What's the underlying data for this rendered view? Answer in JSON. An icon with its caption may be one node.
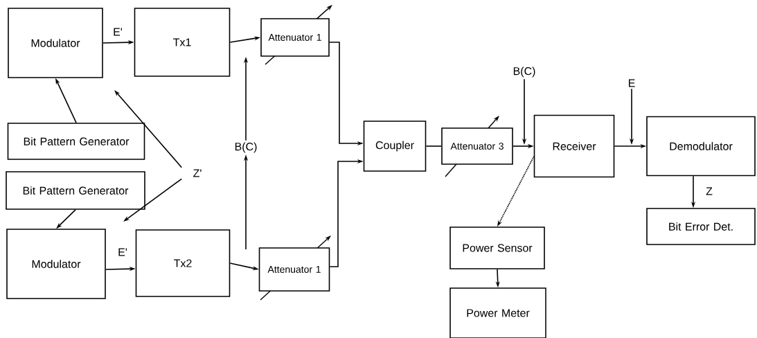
{
  "diagram": {
    "nodes": [
      {
        "text": [
          "Modulator"
        ]
      },
      {
        "text": [
          "Tx1"
        ]
      },
      {
        "text": [
          "Attenuator 1"
        ]
      },
      {
        "text": [
          "Bit Pattern Generator"
        ]
      },
      {
        "text": [
          "Bit Pattern Generator"
        ]
      },
      {
        "text": [
          "Modulator"
        ]
      },
      {
        "text": [
          "Tx2"
        ]
      },
      {
        "text": [
          "Attenuator 1"
        ]
      },
      {
        "text": [
          "Coupler"
        ]
      },
      {
        "text": [
          "Attenuator 3"
        ]
      },
      {
        "text": [
          "Receiver"
        ]
      },
      {
        "text": [
          "Demodulator"
        ]
      },
      {
        "text": [
          "Bit Error Det."
        ]
      },
      {
        "text": [
          "Power Sensor"
        ]
      },
      {
        "text": [
          "Power Meter"
        ]
      },
      {
        "text": [
          "Z'"
        ]
      },
      {
        "text": [
          "B(C)"
        ]
      },
      {
        "text": [
          "B(C)"
        ]
      },
      {
        "text": [
          "E"
        ]
      }
    ],
    "edges": [
      {
        "from": 3,
        "to": 0,
        "arrow": "to"
      },
      {
        "from": 0,
        "to": 1,
        "arrow": "to",
        "label": "E'"
      },
      {
        "from": 1,
        "to": 2,
        "arrow": "to"
      },
      {
        "from": 4,
        "to": 5,
        "arrow": "to"
      },
      {
        "from": 5,
        "to": 6,
        "arrow": "to",
        "label": "E'"
      },
      {
        "from": 6,
        "to": 7,
        "arrow": "to"
      },
      {
        "from": 2,
        "to": 8,
        "arrow": "to"
      },
      {
        "from": 7,
        "to": 8,
        "arrow": "to"
      },
      {
        "from": 8,
        "to": 9,
        "arrow": "none"
      },
      {
        "from": 9,
        "to": 10,
        "arrow": "to"
      },
      {
        "from": 10,
        "to": 11,
        "arrow": "to"
      },
      {
        "from": 11,
        "to": 12,
        "arrow": "to",
        "label": "Z"
      },
      {
        "from": 10,
        "to": 13,
        "arrow": "to",
        "style": "dashed"
      },
      {
        "from": 13,
        "to": 14,
        "arrow": "to"
      },
      {
        "from": 15,
        "to": null,
        "arrow": "to"
      },
      {
        "from": 15,
        "to": null,
        "arrow": "to"
      },
      {
        "from": 16,
        "to": null,
        "arrow": "to"
      },
      {
        "from": null,
        "to": 16,
        "arrow": "to"
      },
      {
        "from": 17,
        "to": null,
        "arrow": "to"
      },
      {
        "from": 18,
        "to": null,
        "arrow": "to"
      }
    ]
  }
}
